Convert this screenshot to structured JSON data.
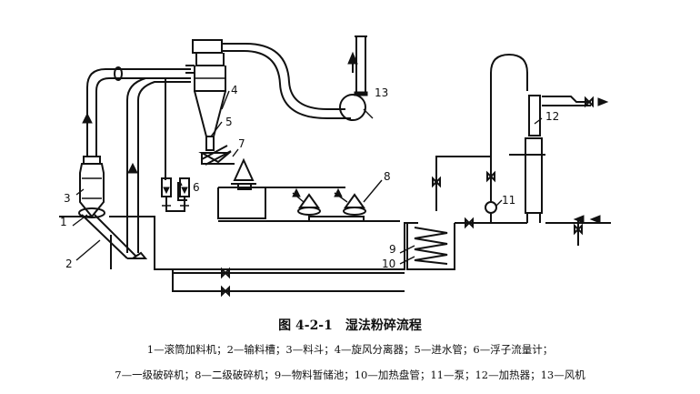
{
  "labels": {
    "n1": "1",
    "n2": "2",
    "n3": "3",
    "n4": "4",
    "n5": "5",
    "n6": "6",
    "n7": "7",
    "n8": "8",
    "n9": "9",
    "n10": "10",
    "n11": "11",
    "n12": "12",
    "n13": "13"
  },
  "caption": {
    "figure_no": "图 4-2-1",
    "title": "湿法粉碎流程"
  },
  "legend": {
    "line1": "1—滚筒加料机；2—输料槽；3—料斗；4—旋风分离器；5—进水管；6—浮子流量计；",
    "line2": "7—一级破碎机；8—二级破碎机；9—物料暂储池；10—加热盘管；11—泵；12—加热器；13—风机"
  }
}
